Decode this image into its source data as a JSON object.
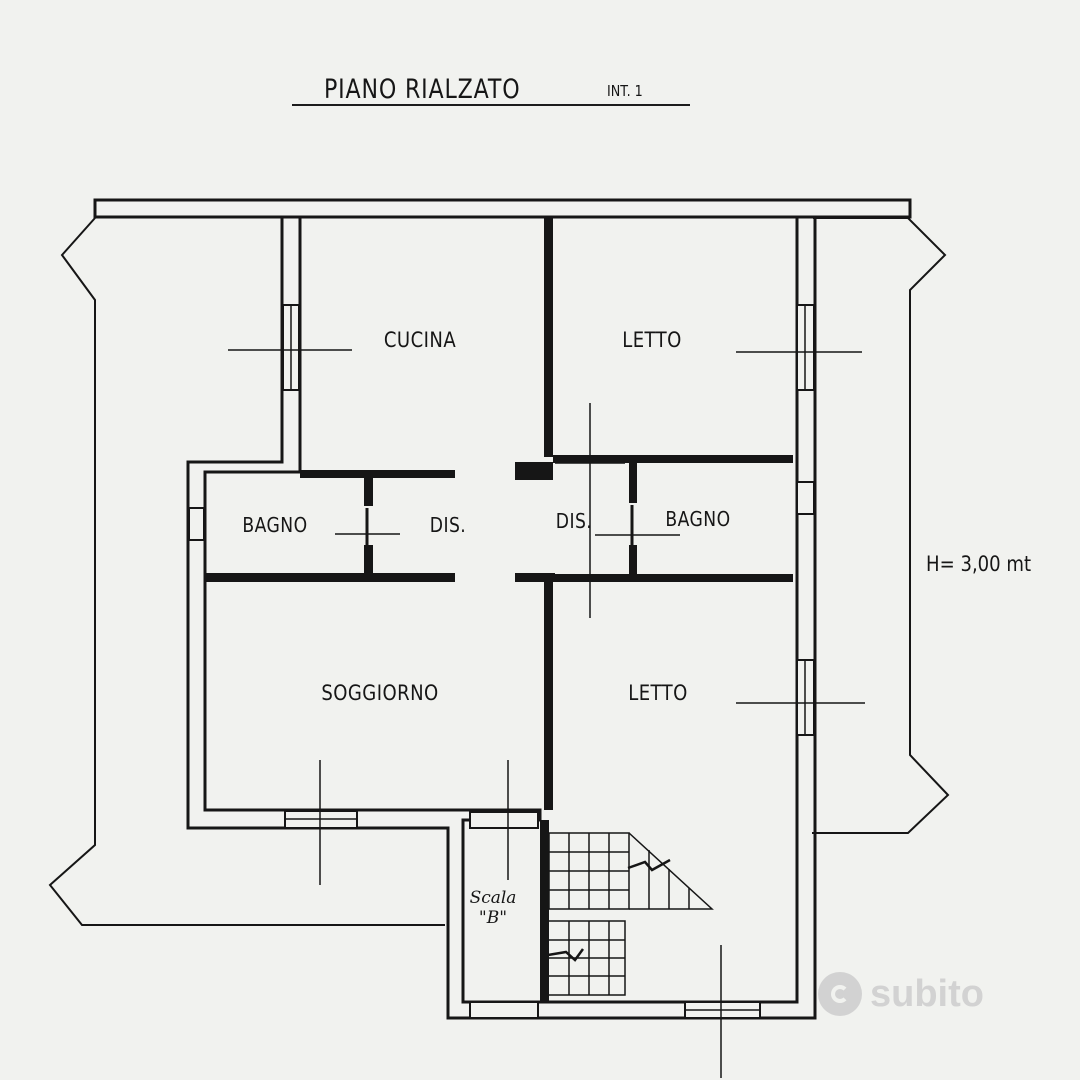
{
  "plan": {
    "title": "PIANO RIALZATO",
    "subtitle": "INT. 1",
    "height_note": "H= 3,00 mt",
    "stair_label": "Scala",
    "stair_id": "\"B\"",
    "rooms": [
      {
        "key": "cucina",
        "label": "CUCINA"
      },
      {
        "key": "letto_top",
        "label": "LETTO"
      },
      {
        "key": "bagno_left",
        "label": "BAGNO"
      },
      {
        "key": "dis_left",
        "label": "DIS."
      },
      {
        "key": "dis_right",
        "label": "DIS."
      },
      {
        "key": "bagno_right",
        "label": "BAGNO"
      },
      {
        "key": "soggiorno",
        "label": "SOGGIORNO"
      },
      {
        "key": "letto_bottom",
        "label": "LETTO"
      }
    ]
  },
  "watermark": {
    "text": "subito"
  },
  "colors": {
    "paper": "#f1f2ef",
    "ink": "#161616",
    "watermark": "#cdcdcd"
  }
}
